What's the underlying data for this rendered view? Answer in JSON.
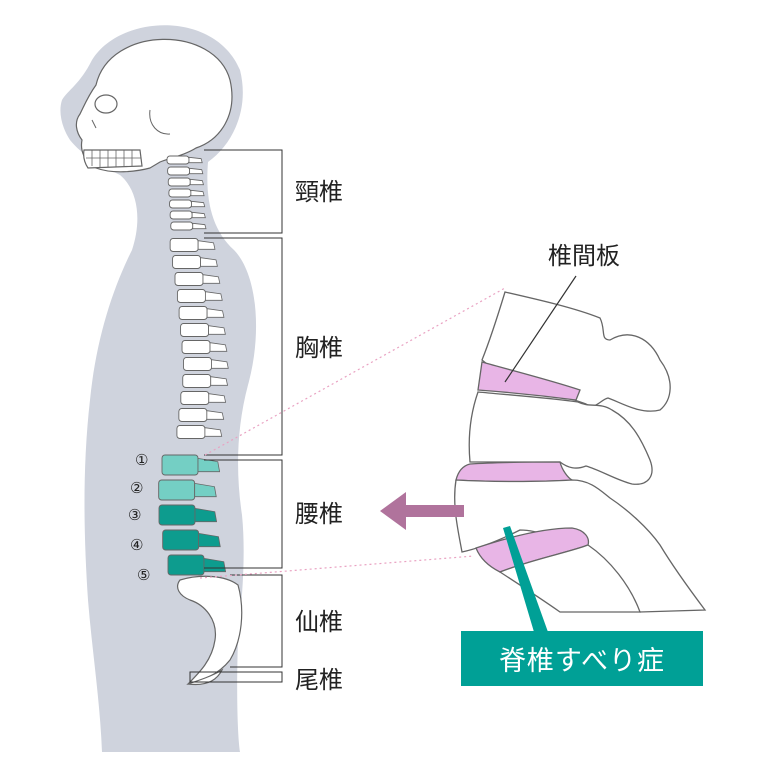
{
  "labels": {
    "cervical": "頸椎",
    "thoracic": "胸椎",
    "lumbar": "腰椎",
    "sacrum": "仙椎",
    "coccyx": "尾椎",
    "disc": "椎間板"
  },
  "lumbar_numbers": [
    "①",
    "②",
    "③",
    "④",
    "⑤"
  ],
  "condition": "脊椎すべり症",
  "colors": {
    "body": "#cfd3dd",
    "bone": "#ffffff",
    "outline": "#666666",
    "lumbar_light": "#74cfc4",
    "lumbar_dark": "#0d9c8e",
    "disc": "#e8b5e6",
    "arrow": "#b0739c",
    "condition_bg": "#00a096",
    "condition_text": "#ffffff",
    "dotted_line": "#e9a2c2"
  }
}
